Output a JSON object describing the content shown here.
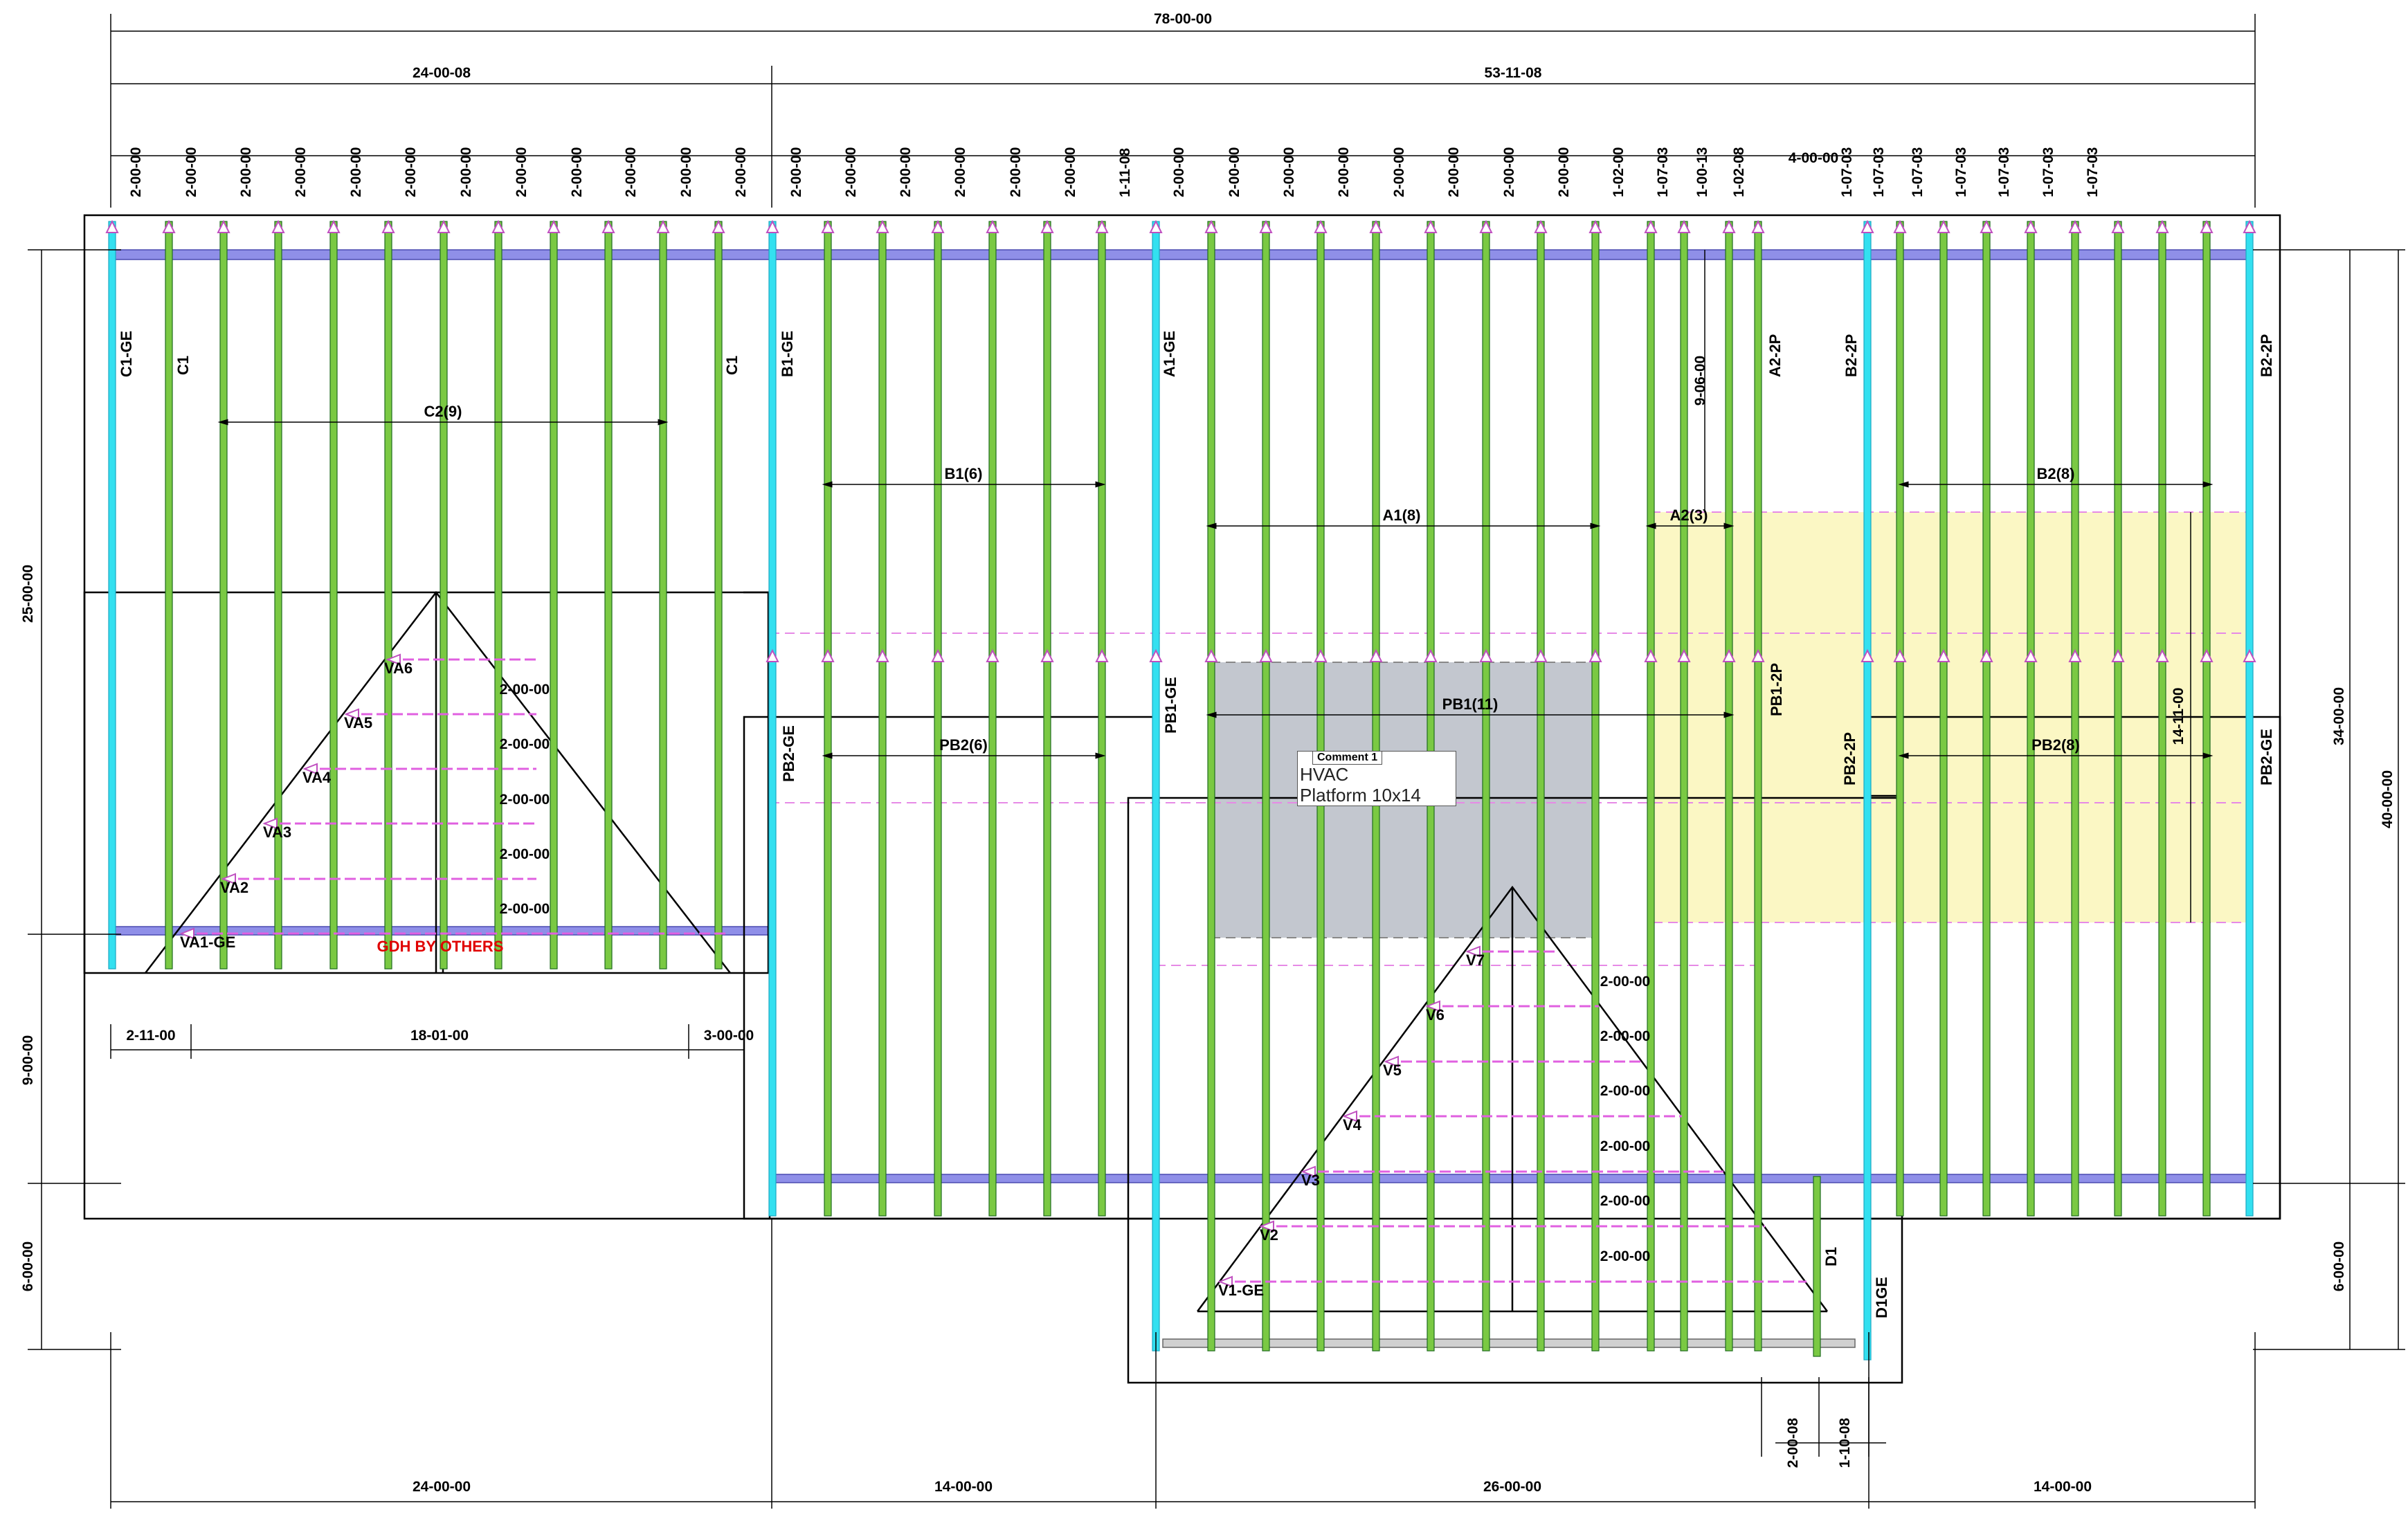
{
  "colors": {
    "truss": "#7ac943",
    "truss_dark": "#1f6b1f",
    "gable": "#33e0f0",
    "plate": "#7f7fe0",
    "valley": "#e060e0",
    "hvac_fill": "#c3c7cf",
    "pb_fill": "#fbf7c4",
    "note_red": "#e00000"
  },
  "overall_dims": {
    "total_width": "78-00-00",
    "left_segment": "24-00-08",
    "right_segment": "53-11-08"
  },
  "spacing_labels": [
    "2-00-00",
    "2-00-00",
    "2-00-00",
    "2-00-00",
    "2-00-00",
    "2-00-00",
    "2-00-00",
    "2-00-00",
    "2-00-00",
    "2-00-00",
    "2-00-00",
    "2-00-00",
    "2-00-00",
    "2-00-00",
    "2-00-00",
    "2-00-00",
    "2-00-00",
    "2-00-00",
    "1-11-08",
    "2-00-00",
    "2-00-00",
    "2-00-00",
    "2-00-00",
    "2-00-00",
    "2-00-00",
    "2-00-00",
    "2-00-00",
    "1-02-00",
    "1-07-03",
    "1-00-13",
    "4-00-00",
    "1-02-08",
    "1-07-03",
    "1-07-03",
    "1-07-03",
    "1-07-03",
    "1-07-03",
    "1-07-03",
    "1-07-03"
  ],
  "truss_marks": [
    "C1-GE",
    "C1",
    "C1",
    "B1-GE",
    "A1-GE",
    "A2-2P",
    "B2-2P",
    "B2-2P"
  ],
  "lower_marks": [
    "PB2-GE",
    "PB1-GE",
    "PB1-2P",
    "PB2-2P",
    "PB2-GE",
    "D1",
    "D1GE"
  ],
  "group_labels": [
    "C2(9)",
    "B1(6)",
    "A1(8)",
    "A2(3)",
    "B2(8)",
    "PB1(11)",
    "PB2(6)",
    "PB2(8)"
  ],
  "valley_left": [
    "VA6",
    "VA5",
    "VA4",
    "VA3",
    "VA2",
    "VA1-GE"
  ],
  "valley_right": [
    "V7",
    "V6",
    "V5",
    "V4",
    "V3",
    "V2",
    "V1-GE"
  ],
  "valley_spacing": "2-00-00",
  "note": "GDH BY OTHERS",
  "comment": {
    "title": "Comment 1",
    "line1": "HVAC",
    "line2": "Platform 10x14"
  },
  "dims_left": [
    "25-00-00",
    "9-00-00",
    "6-00-00"
  ],
  "dims_right": [
    "34-00-00",
    "40-00-00",
    "6-00-00"
  ],
  "dims_inner": [
    "9-06-00",
    "14-11-00"
  ],
  "dims_mid": [
    "2-11-00",
    "18-01-00",
    "3-00-00"
  ],
  "dims_bottom": [
    "24-00-00",
    "14-00-00",
    "26-00-00",
    "14-00-00"
  ],
  "dims_bottom_small": [
    "2-00-08",
    "1-10-08"
  ]
}
